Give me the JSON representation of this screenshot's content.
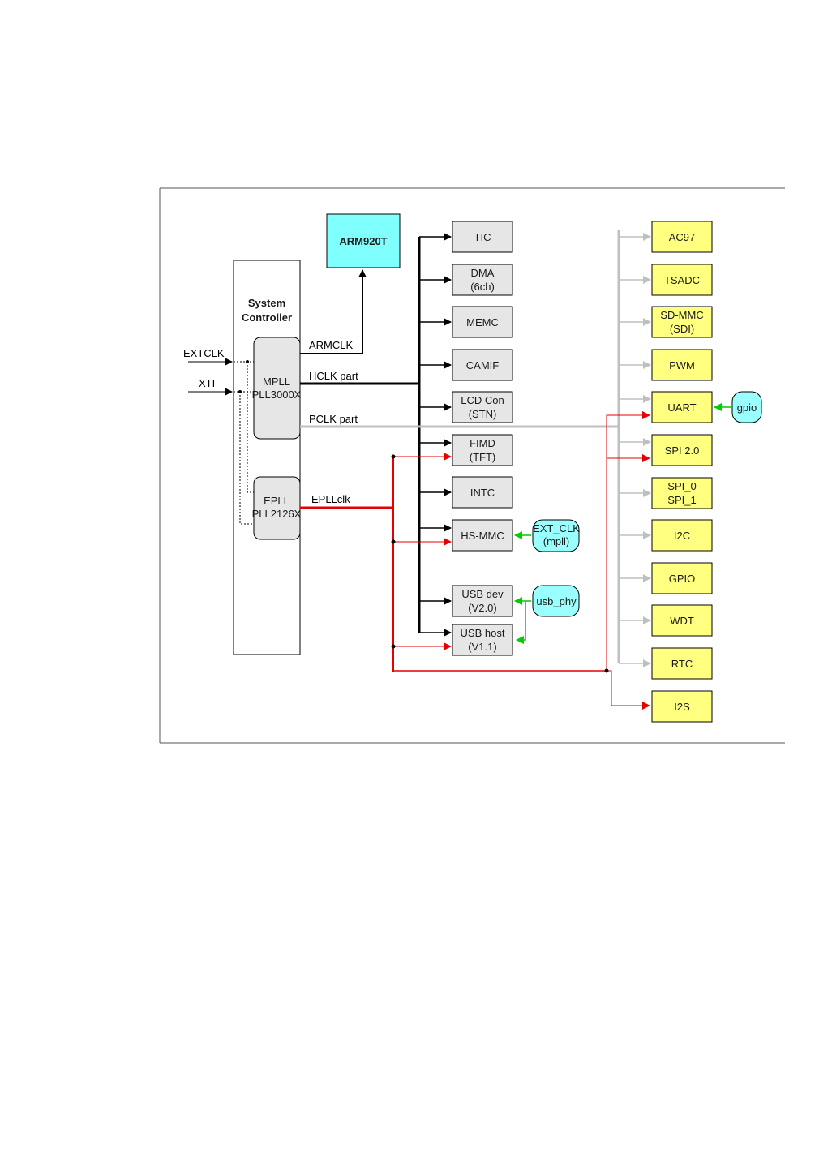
{
  "colors": {
    "black_bus": "#000000",
    "pclk_bus": "#bfbfbf",
    "epll_bus": "#e60000",
    "ext_link": "#00cc00",
    "hclk_block_fill": "#e6e6e6",
    "pclk_block_fill": "#ffff80",
    "cpu_fill": "#80ffff",
    "ext_clock_fill": "#99ffff",
    "pll_fill": "#e6e6e6"
  },
  "system_controller": {
    "line1": "System",
    "line2": "Controller"
  },
  "cpu": {
    "label": "ARM920T"
  },
  "mpll": {
    "line1": "MPLL",
    "line2": "PLL3000X"
  },
  "epll": {
    "line1": "EPLL",
    "line2": "PLL2126X"
  },
  "inputs": {
    "extclk": "EXTCLK",
    "xti": "XTI"
  },
  "signals": {
    "armclk": "ARMCLK",
    "hclk": "HCLK part",
    "pclk": "PCLK part",
    "epllclk": "EPLLclk"
  },
  "hclk_blocks": [
    {
      "line1": "TIC",
      "line2": ""
    },
    {
      "line1": "DMA",
      "line2": "(6ch)"
    },
    {
      "line1": "MEMC",
      "line2": ""
    },
    {
      "line1": "CAMIF",
      "line2": ""
    },
    {
      "line1": "LCD Con",
      "line2": "(STN)"
    },
    {
      "line1": "FIMD",
      "line2": "(TFT)"
    },
    {
      "line1": "INTC",
      "line2": ""
    },
    {
      "line1": "HS-MMC",
      "line2": ""
    },
    {
      "line1": "USB dev",
      "line2": "(V2.0)"
    },
    {
      "line1": "USB host",
      "line2": "(V1.1)"
    }
  ],
  "pclk_blocks": [
    {
      "line1": "AC97",
      "line2": ""
    },
    {
      "line1": "TSADC",
      "line2": ""
    },
    {
      "line1": "SD-MMC",
      "line2": "(SDI)"
    },
    {
      "line1": "PWM",
      "line2": ""
    },
    {
      "line1": "UART",
      "line2": ""
    },
    {
      "line1": "SPI 2.0",
      "line2": ""
    },
    {
      "line1": "SPI_0",
      "line2": "SPI_1"
    },
    {
      "line1": "I2C",
      "line2": ""
    },
    {
      "line1": "GPIO",
      "line2": ""
    },
    {
      "line1": "WDT",
      "line2": ""
    },
    {
      "line1": "RTC",
      "line2": ""
    },
    {
      "line1": "I2S",
      "line2": ""
    }
  ],
  "external_sources": {
    "gpio": "gpio",
    "ext_clk_line1": "EXT_CLK",
    "ext_clk_line2": "(mpll)",
    "usb_phy": "usb_phy"
  }
}
